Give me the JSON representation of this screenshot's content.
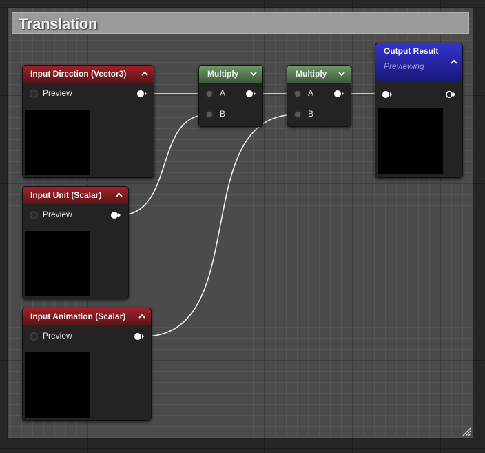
{
  "comment": {
    "title": "Translation"
  },
  "nodes": {
    "input_direction": {
      "title": "Input Direction (Vector3)",
      "output_label": "Preview"
    },
    "input_unit": {
      "title": "Input Unit (Scalar)",
      "output_label": "Preview"
    },
    "input_animation": {
      "title": "Input Animation (Scalar)",
      "output_label": "Preview"
    },
    "multiply_1": {
      "title": "Multiply",
      "input_a": "A",
      "input_b": "B"
    },
    "multiply_2": {
      "title": "Multiply",
      "input_a": "A",
      "input_b": "B"
    },
    "output_result": {
      "title": "Output Result",
      "status": "Previewing"
    }
  },
  "colors": {
    "input_header": "#a3202a",
    "multiply_header": "#6f9a6a",
    "output_header": "#3434cc",
    "wire": "#f0f0f0"
  },
  "icons": {
    "collapse": "chevron-up-icon",
    "expand": "chevron-down-icon",
    "pin": "exec-pin-icon",
    "resize": "resize-grip-icon"
  }
}
